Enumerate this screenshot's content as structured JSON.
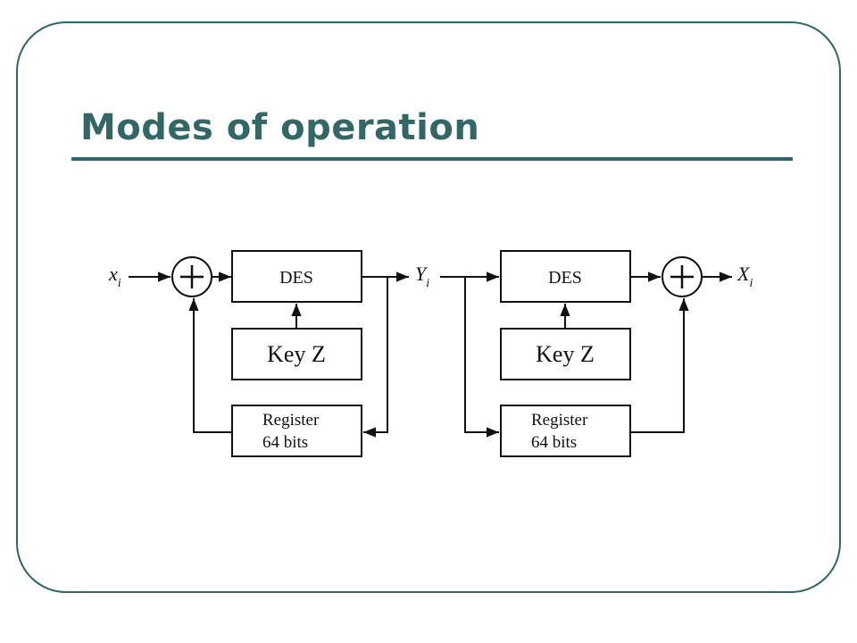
{
  "slide": {
    "title": "Modes of operation"
  },
  "diagram": {
    "left": {
      "input": {
        "base": "x",
        "sub": "i"
      },
      "output": {
        "base": "Y",
        "sub": "i"
      },
      "xor_symbol": "+",
      "des_label": "DES",
      "key_label": "Key Z",
      "register_line1": "Register",
      "register_line2": "64 bits"
    },
    "right": {
      "output": {
        "base": "X",
        "sub": "i"
      },
      "xor_symbol": "+",
      "des_label": "DES",
      "key_label": "Key Z",
      "register_line1": "Register",
      "register_line2": "64 bits"
    }
  },
  "colors": {
    "accent": "#336666",
    "line": "#111111"
  }
}
